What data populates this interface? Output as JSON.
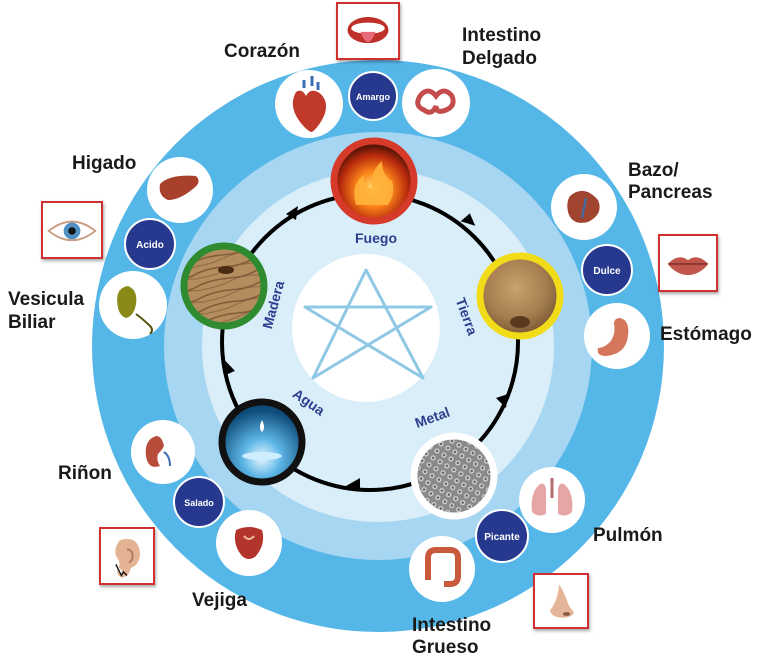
{
  "colors": {
    "outer_ring": "#55b6e8",
    "middle_ring": "#a6d6f1",
    "inner_disc": "#d9eef9",
    "center_disc": "#ffffff",
    "taste_circle": "#27388f",
    "element_text": "#2d3e8f",
    "fuego_ring": "#d53a2b",
    "tierra_ring": "#f2dc1a",
    "metal_ring": "#ffffff",
    "agua_ring": "#111111",
    "madera_ring": "#2e8b30"
  },
  "elements": {
    "fuego": "Fuego",
    "tierra": "Tierra",
    "metal": "Metal",
    "agua": "Agua",
    "madera": "Madera"
  },
  "tastes": {
    "amargo": "Amargo",
    "dulce": "Dulce",
    "picante": "Picante",
    "salado": "Salado",
    "acido": "Acido"
  },
  "organs": {
    "corazon": "Corazón",
    "intestino_delgado_1": "Intestino",
    "intestino_delgado_2": "Delgado",
    "bazo_1": "Bazo/",
    "bazo_2": "Pancreas",
    "estomago": "Estómago",
    "pulmon": "Pulmón",
    "intestino_grueso_1": "Intestino",
    "intestino_grueso_2": "Grueso",
    "vejiga": "Vejiga",
    "rinon": "Riñon",
    "vesicula_1": "Vesicula",
    "vesicula_2": "Biliar",
    "higado": "Higado"
  },
  "icons": {
    "corazon": "heart-icon",
    "intestino_delgado": "small-intestine-icon",
    "bazo": "spleen-icon",
    "estomago": "stomach-icon",
    "pulmon": "lungs-icon",
    "intestino_grueso": "large-intestine-icon",
    "vejiga": "bladder-icon",
    "rinon": "kidney-icon",
    "vesicula": "gallbladder-icon",
    "higado": "liver-icon",
    "senses": [
      "tongue-icon",
      "lips-icon",
      "nose-icon",
      "ear-icon",
      "eye-icon"
    ]
  }
}
